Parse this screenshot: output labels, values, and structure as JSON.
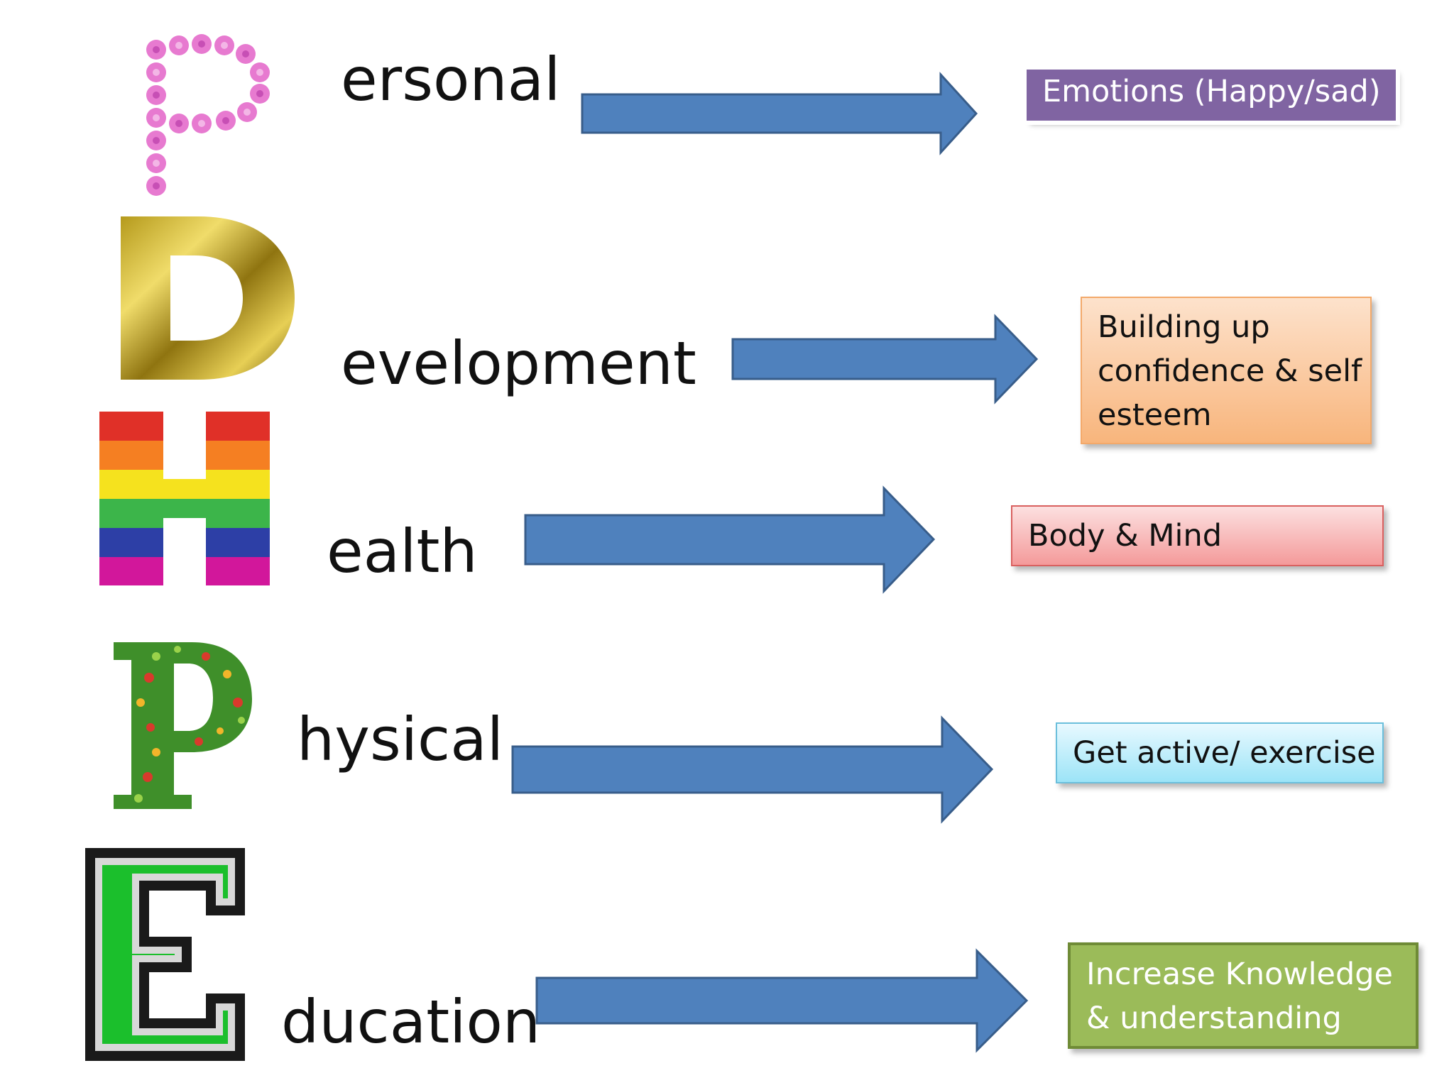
{
  "rows": [
    {
      "letter": "P",
      "word": "ersonal",
      "box": "Emotions (Happy/sad)"
    },
    {
      "letter": "D",
      "word": "evelopment",
      "box": [
        "Building up",
        "confidence & self",
        "esteem"
      ]
    },
    {
      "letter": "H",
      "word": "ealth",
      "box": "Body & Mind"
    },
    {
      "letter": "P",
      "word": "hysical",
      "box": "Get active/ exercise"
    },
    {
      "letter": "E",
      "word": "ducation",
      "box": [
        "Increase Knowledge",
        "& understanding"
      ]
    }
  ],
  "colors": {
    "arrow_fill": "#4f81bd",
    "arrow_stroke": "#385d8a",
    "box_personal": "#8064a2",
    "box_development": "#f8b57c",
    "box_health": "#f49a9a",
    "box_physical": "#9ce4f7",
    "box_education": "#9bbb59"
  }
}
